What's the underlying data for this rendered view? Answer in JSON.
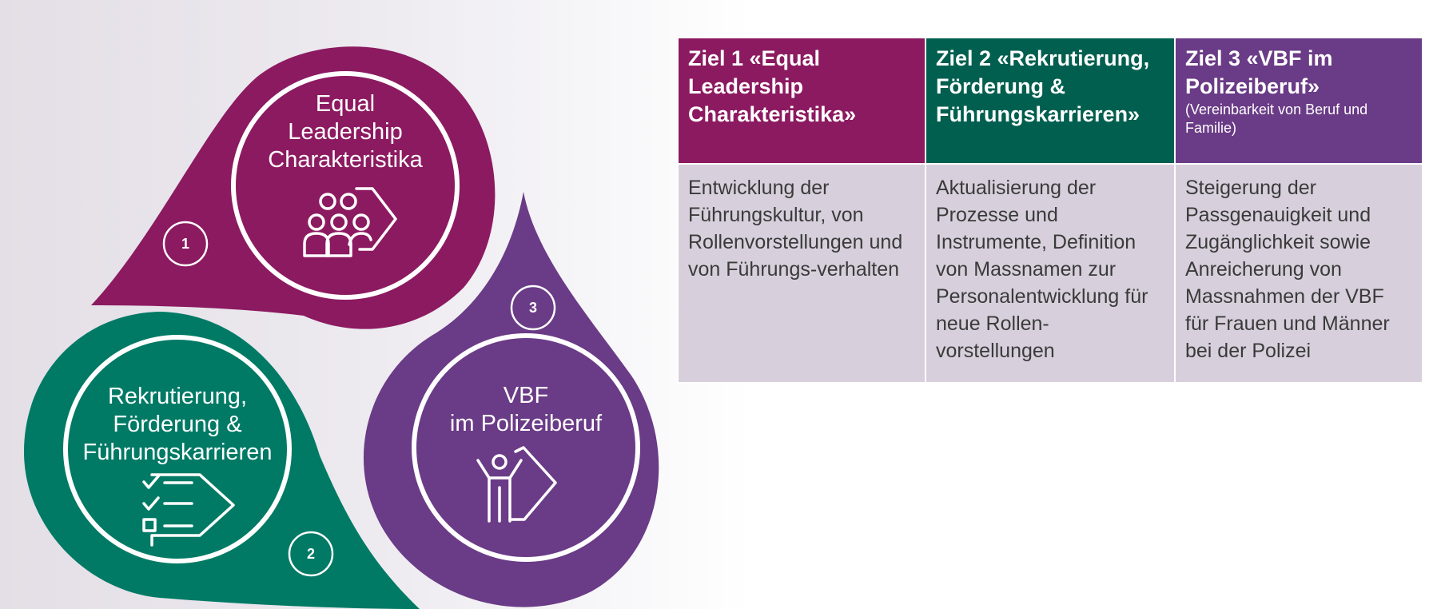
{
  "diagram": {
    "colors": {
      "magenta": "#8c1a60",
      "green": "#007a65",
      "purple": "#6a3b86"
    },
    "nodes": [
      {
        "number": "1",
        "lines": [
          "Equal",
          "Leadership",
          "Charakteristika"
        ],
        "icon": "people-group-arrow-icon"
      },
      {
        "number": "2",
        "lines": [
          "Rekrutierung,",
          "Förderung &",
          "Führungskarrieren"
        ],
        "icon": "checklist-arrow-icon"
      },
      {
        "number": "3",
        "lines": [
          "VBF",
          "im Polizeiberuf"
        ],
        "icon": "person-arms-raised-arrow-icon"
      }
    ]
  },
  "table": {
    "header_colors": [
      "#8c1a60",
      "#005f4f",
      "#6a3b86"
    ],
    "headers": [
      {
        "title": "Ziel 1 «Equal Leadership Charakteristika»",
        "subtitle": ""
      },
      {
        "title": "Ziel 2 «Rekrutierung, Förderung & Führungskarrieren»",
        "subtitle": ""
      },
      {
        "title": "Ziel 3 «VBF im Polizeiberuf»",
        "subtitle": "(Vereinbarkeit von Beruf und Familie)"
      }
    ],
    "cells": [
      "Entwicklung der Führungskultur, von Rollenvorstellungen und von Führungs-verhalten",
      "Aktualisierung der Prozesse und Instrumente, Definition von Massnamen zur Personalentwicklung für neue Rollen-vorstellungen",
      "Steigerung der Passgenauigkeit und Zugänglichkeit sowie Anreicherung von Massnahmen der VBF für Frauen und Männer bei der Polizei"
    ]
  }
}
